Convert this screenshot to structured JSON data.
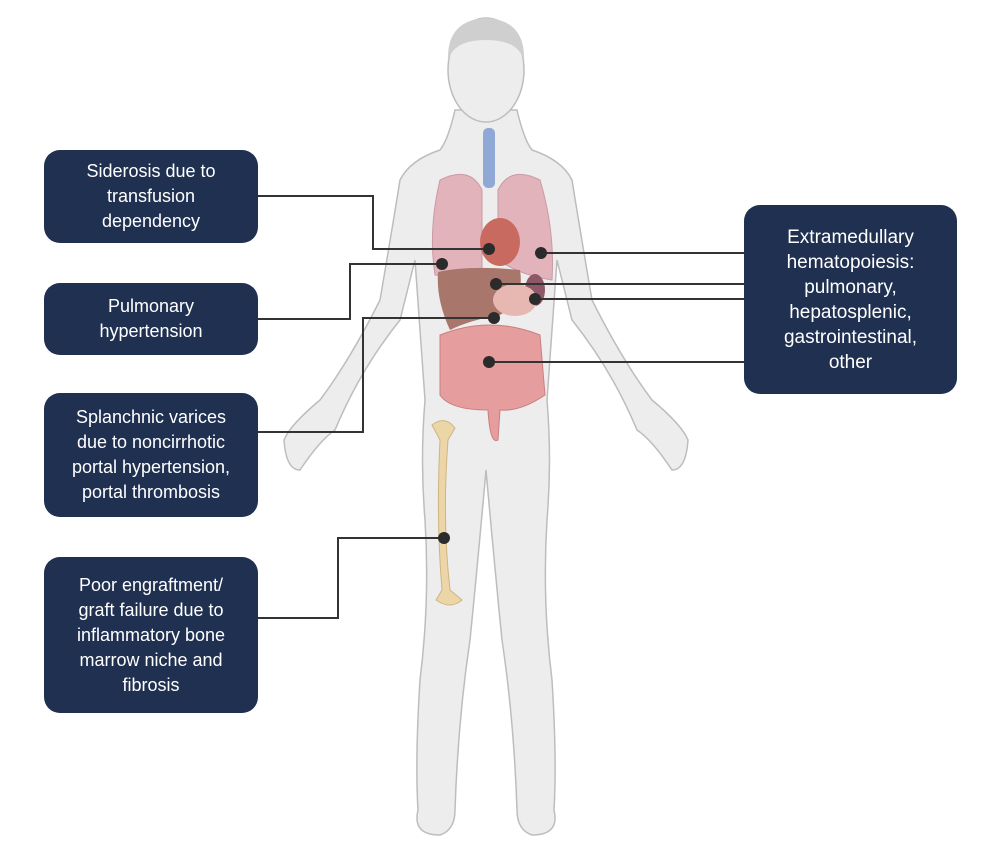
{
  "labels": {
    "siderosis": "Siderosis due to\ntransfusion\ndependency",
    "pulmonary_hypertension": "Pulmonary\nhypertension",
    "splanchnic": "Splanchnic varices\ndue to noncirrhotic\nportal hypertension,\nportal thrombosis",
    "engraftment": "Poor engraftment/\ngraft failure due to\ninflammatory bone\nmarrow niche and\nfibrosis",
    "extramedullary": "Extramedullary\nhematopoiesis:\npulmonary,\nhepatosplenic,\ngastrointestinal,\nother"
  },
  "colors": {
    "box": "#1f3050",
    "line": "#333333",
    "body": "#ececec"
  }
}
